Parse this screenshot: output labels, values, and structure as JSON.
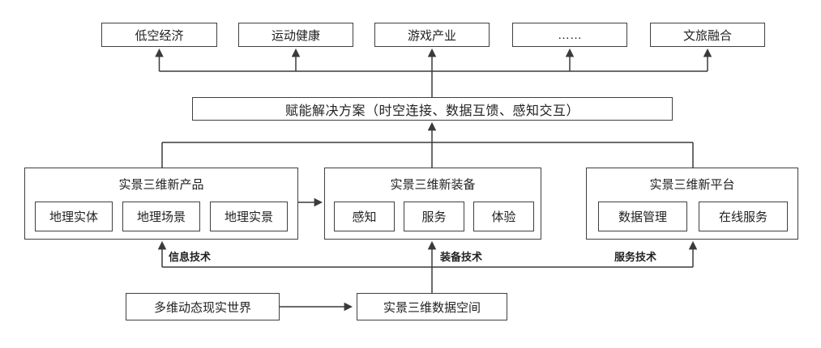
{
  "diagram": {
    "applications": [
      "低空经济",
      "运动健康",
      "游戏产业",
      "……",
      "文旅融合"
    ],
    "solution": "赋能解决方案（时空连接、数据互馈、感知交互）",
    "groups": [
      {
        "title": "实景三维新产品",
        "items": [
          "地理实体",
          "地理场景",
          "地理实景"
        ]
      },
      {
        "title": "实景三维新装备",
        "items": [
          "感知",
          "服务",
          "体验"
        ]
      },
      {
        "title": "实景三维新平台",
        "items": [
          "数据管理",
          "在线服务"
        ]
      }
    ],
    "tech_labels": [
      "信息技术",
      "装备技术",
      "服务技术"
    ],
    "foundation": {
      "world": "多维动态现实世界",
      "data_space": "实景三维数据空间"
    },
    "colors": {
      "line": "#3a3a3a",
      "border": "#404040",
      "background": "#ffffff"
    }
  }
}
